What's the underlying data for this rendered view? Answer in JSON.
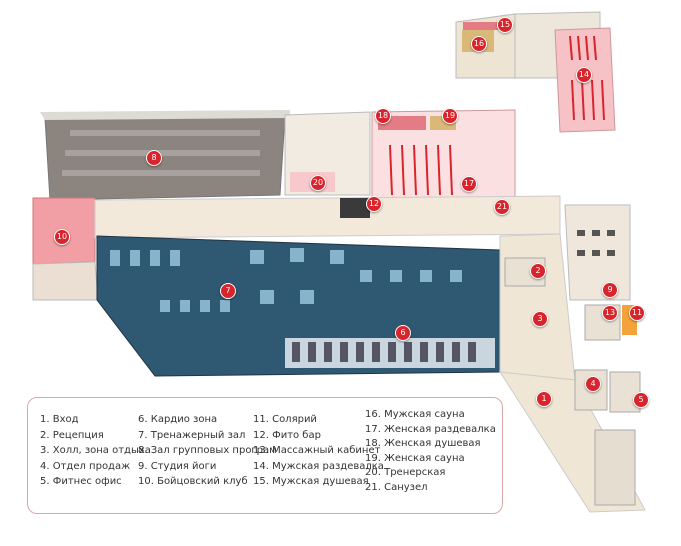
{
  "markers": [
    {
      "num": "1",
      "label": "1. Вход"
    },
    {
      "num": "2",
      "label": "2. Рецепция"
    },
    {
      "num": "3",
      "label": "3. Холл, зона отдыха"
    },
    {
      "num": "4",
      "label": "4. Отдел продаж"
    },
    {
      "num": "5",
      "label": "5. Фитнес офис"
    },
    {
      "num": "6",
      "label": "6. Кардио зона"
    },
    {
      "num": "7",
      "label": "7. Тренажерный зал"
    },
    {
      "num": "8",
      "label": "8. Зал групповых програм"
    },
    {
      "num": "9",
      "label": "9. Студия йоги"
    },
    {
      "num": "10",
      "label": "10. Бойцовский клуб"
    },
    {
      "num": "11",
      "label": "11. Солярий"
    },
    {
      "num": "12",
      "label": "12. Фито бар"
    },
    {
      "num": "13",
      "label": "13. Массажный кабинет"
    },
    {
      "num": "14",
      "label": "14. Мужская раздевалка"
    },
    {
      "num": "15",
      "label": "15. Мужская душевая"
    },
    {
      "num": "16",
      "label": "16. Мужская сауна"
    },
    {
      "num": "17",
      "label": "17. Женская раздевалка"
    },
    {
      "num": "18",
      "label": "18. Женская душевая"
    },
    {
      "num": "19",
      "label": "19. Женская сауна"
    },
    {
      "num": "20",
      "label": "20. Тренерская"
    },
    {
      "num": "21",
      "label": "21. Санузел"
    }
  ],
  "colors": {
    "floor": "#f0e6d6",
    "gym": "#2f5872",
    "hall": "#8c857f",
    "accent": "#d8242c",
    "locker": "#f5b8be"
  }
}
